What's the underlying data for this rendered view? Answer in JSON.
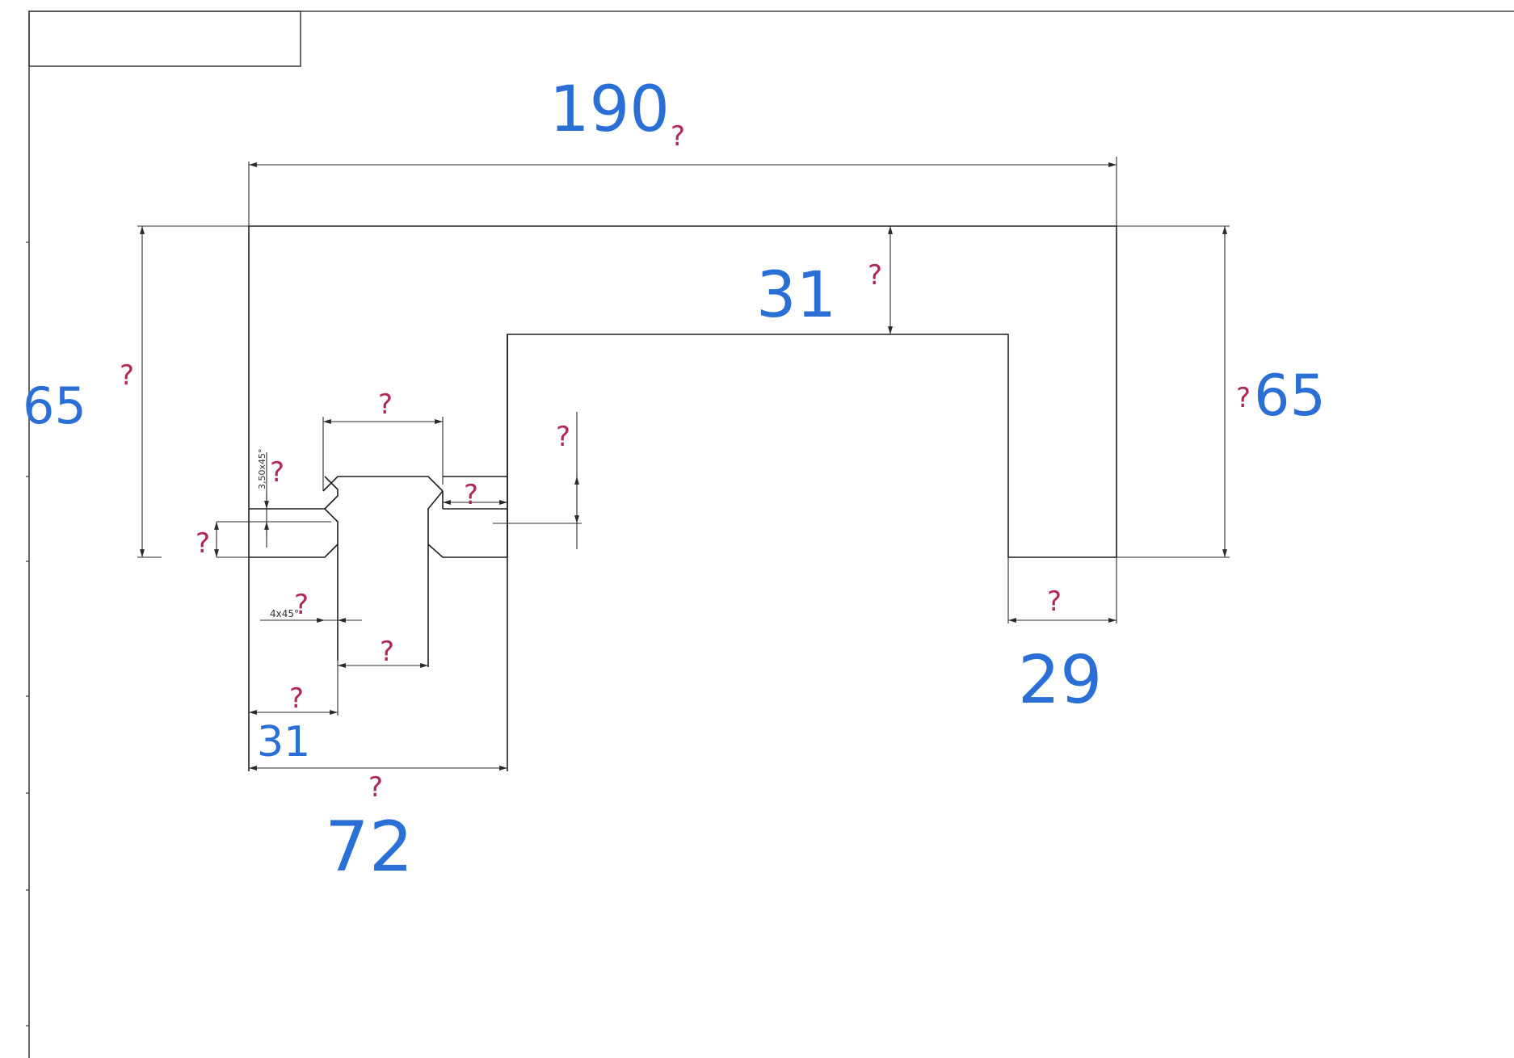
{
  "annotations": {
    "overall_width": "190",
    "left_height": "65",
    "right_height": "65",
    "top_thickness": "31",
    "right_leg_width": "29",
    "left_leg_offset": "31",
    "left_leg_width": "72",
    "question_mark": "?"
  },
  "notes": {
    "chamfer_upper": "3,50x45°",
    "chamfer_lower": "4x45°"
  },
  "colors": {
    "handwriting_blue": "#2a6fd6",
    "question_mark": "#b0265b"
  }
}
